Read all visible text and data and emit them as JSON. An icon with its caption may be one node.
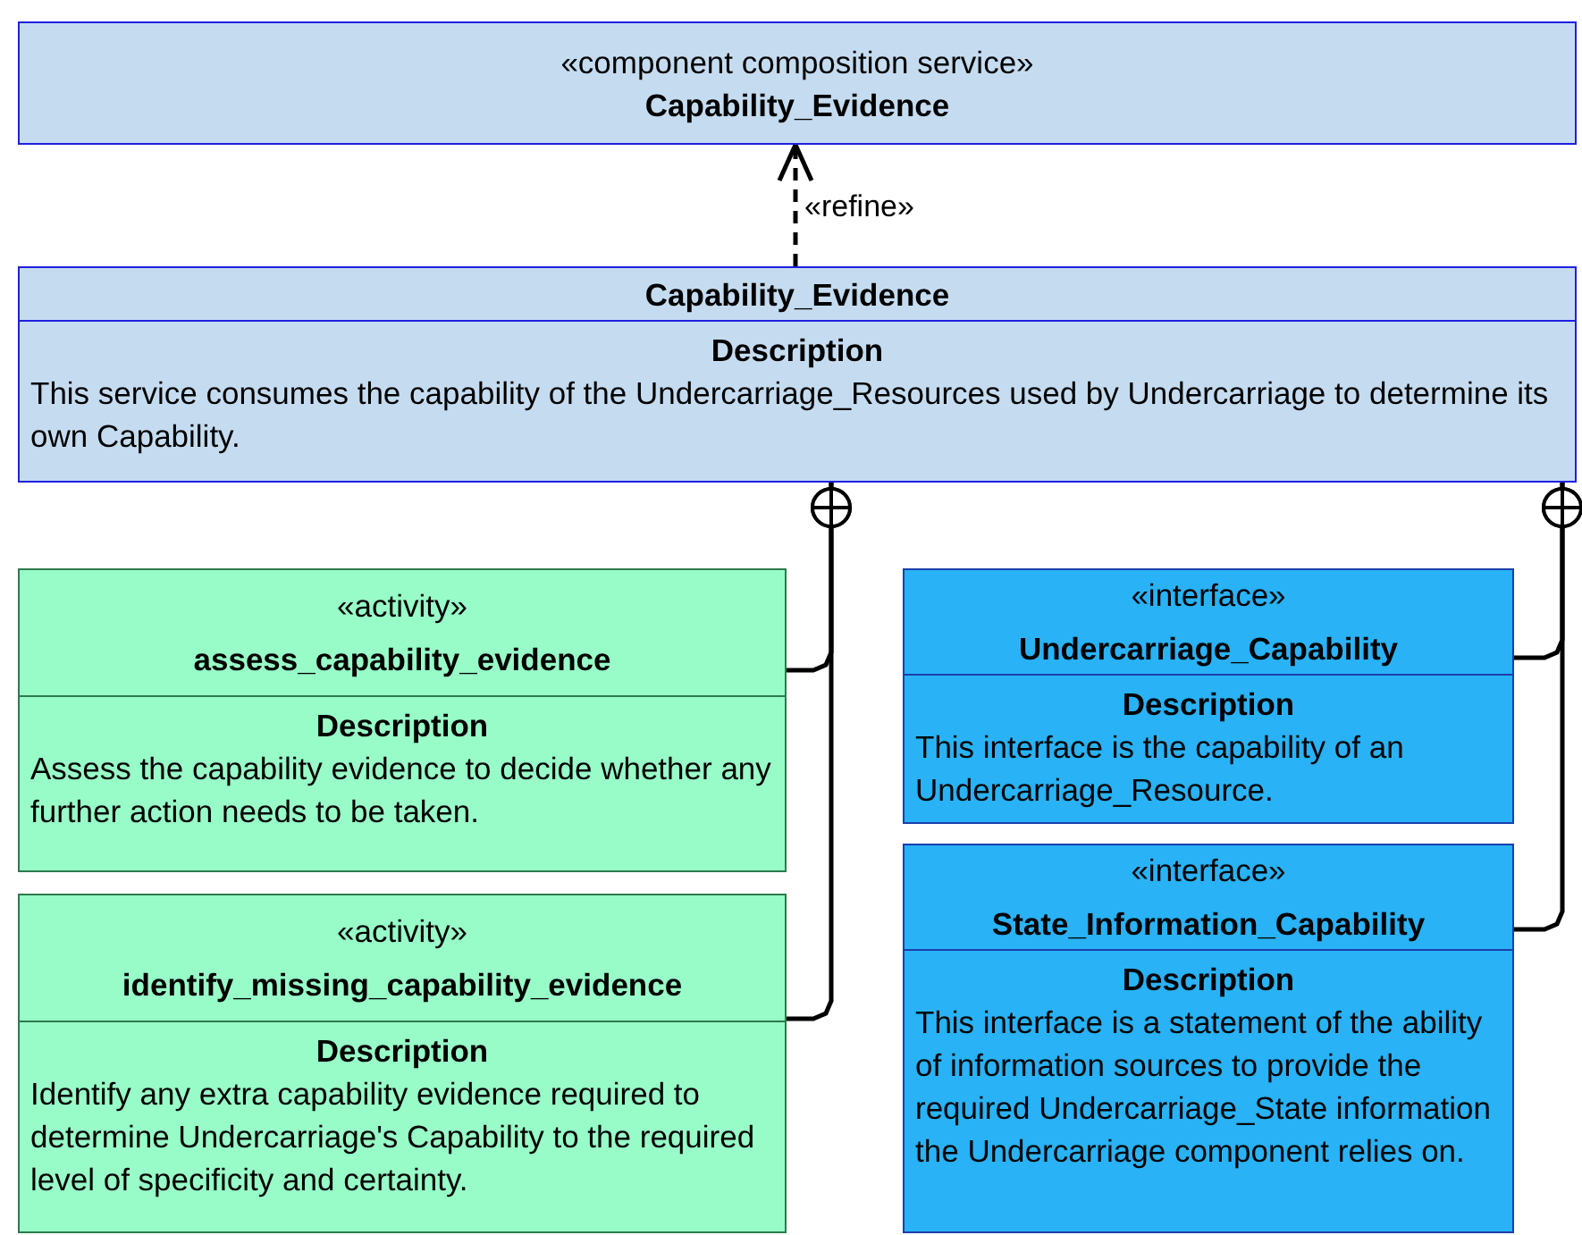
{
  "diagram": {
    "nodes": [
      {
        "text": [
          "«component composition service»",
          "Capability_Evidence"
        ]
      },
      {
        "text": [
          "Capability_Evidence",
          "Description",
          "This service consumes the capability of the Undercarriage_Resources used by Undercarriage to determine its own Capability."
        ]
      },
      {
        "text": [
          "«activity»",
          "assess_capability_evidence",
          "Description",
          "Assess the capability evidence to decide whether any further action needs to be taken."
        ]
      },
      {
        "text": [
          "«activity»",
          "identify_missing_capability_evidence",
          "Description",
          "Identify any extra capability evidence required to determine Undercarriage's Capability to the required level of specificity and certainty."
        ]
      },
      {
        "text": [
          "«interface»",
          "Undercarriage_Capability",
          "Description",
          "This interface is the capability of an Undercarriage_Resource."
        ]
      },
      {
        "text": [
          "«interface»",
          "State_Information_Capability",
          "Description",
          "This interface is a statement of the ability of information sources to provide the required Undercarriage_State information the Undercarriage component relies on."
        ]
      }
    ],
    "edges": [
      {
        "from": 1,
        "to": 0,
        "arrow": "to",
        "label": "«refine»",
        "style": "dashed"
      },
      {
        "from": 2,
        "to": 1,
        "arrow": "other"
      },
      {
        "from": 3,
        "to": 1,
        "arrow": "other"
      },
      {
        "from": 4,
        "to": 1,
        "arrow": "other"
      },
      {
        "from": 5,
        "to": 1,
        "arrow": "other"
      }
    ]
  }
}
